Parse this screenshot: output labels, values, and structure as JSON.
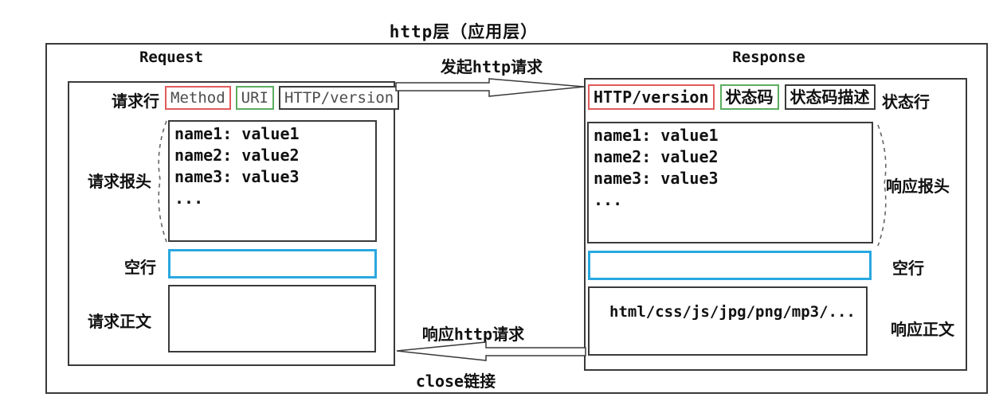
{
  "title": "http层（应用层）",
  "request": {
    "title": "Request",
    "line_label": "请求行",
    "line_parts": {
      "method": "Method",
      "uri": "URI",
      "version": "HTTP/version"
    },
    "headers_label": "请求报头",
    "headers": [
      "name1: value1",
      "name2: value2",
      "name3: value3",
      "..."
    ],
    "blank_label": "空行",
    "body_label": "请求正文"
  },
  "response": {
    "title": "Response",
    "line_label": "状态行",
    "line_parts": {
      "version": "HTTP/version",
      "status_code": "状态码",
      "status_desc": "状态码描述"
    },
    "headers_label": "响应报头",
    "headers": [
      "name1: value1",
      "name2: value2",
      "name3: value3",
      "..."
    ],
    "blank_label": "空行",
    "body_label": "响应正文",
    "body_content": "html/css/js/jpg/png/mp3/..."
  },
  "flow": {
    "request_arrow_label": "发起http请求",
    "response_arrow_label": "响应http请求",
    "close_label": "close链接"
  },
  "colors": {
    "method_box_border": "#e05c5c",
    "uri_box_border": "#5bad60",
    "blank_line_border": "#29a8e0",
    "outline": "#3a3a3a"
  }
}
